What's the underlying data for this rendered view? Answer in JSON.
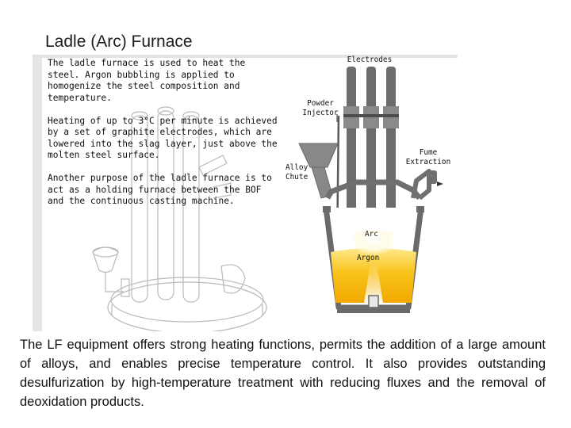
{
  "panel": {
    "title": "Ladle (Arc) Furnace",
    "paragraphs": [
      "The ladle furnace is used to heat the steel. Argon bubbling is applied to homogenize the steel composition and temperature.",
      "Heating of up to 3°C per minute is achieved by a set of graphite electrodes, which are lowered into the slag layer, just above the molten steel surface.",
      "Another purpose of the ladle furnace is to act as a holding furnace between the BOF and the continuous casting machine."
    ]
  },
  "diagram": {
    "labels": {
      "electrodes": "Electrodes",
      "powder_injector": "Powder\nInjector",
      "fume_extraction": "Fume\nExtraction",
      "alloy_chute": "Alloy\nChute",
      "arc": "Arc",
      "argon": "Argon"
    },
    "colors": {
      "electrode": "#6c6c6c",
      "vessel": "#707070",
      "molten_steel": "#f5b800",
      "hot_zone": "#fff6c8",
      "background": "#ffffff"
    }
  },
  "caption": "The LF equipment offers strong heating functions, permits the addition of a large amount of alloys, and enables precise temperature control. It also provides outstanding desulfurization by high-temperature treatment with reducing fluxes and the removal of deoxidation products."
}
